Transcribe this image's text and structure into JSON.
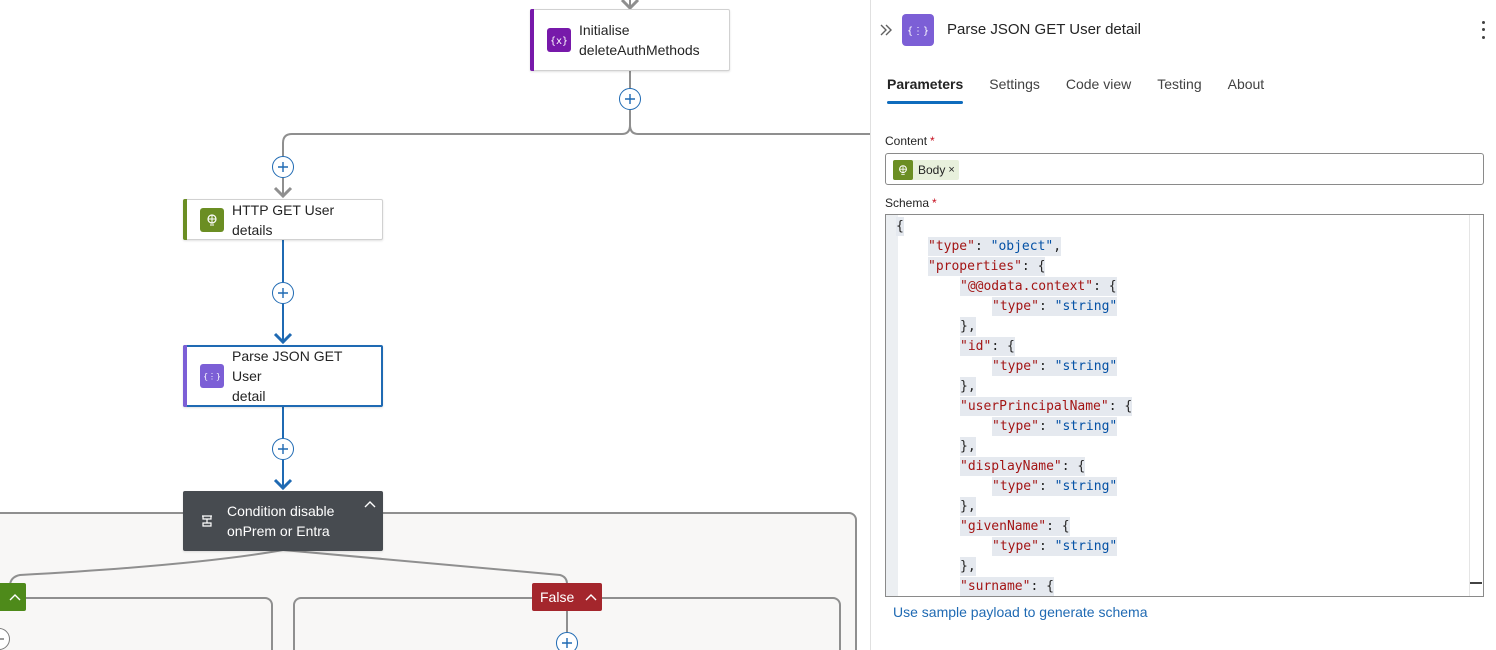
{
  "canvas": {
    "nodes": {
      "init_var": {
        "label_line1": "Initialise",
        "label_line2": "deleteAuthMethods",
        "icon": "variable-icon",
        "accent": "#7719aa",
        "icon_bg": "#7719aa"
      },
      "http_get": {
        "label": "HTTP GET User details",
        "icon": "http-globe-icon",
        "accent": "#6b8e23",
        "icon_bg": "#6b8e23"
      },
      "parse_json": {
        "label_line1": "Parse JSON GET User",
        "label_line2": "detail",
        "icon": "parse-json-icon",
        "accent": "#7c5fd6",
        "icon_bg": "#7c5fd6"
      },
      "condition": {
        "label_line1": "Condition disable",
        "label_line2": "onPrem or Entra",
        "icon": "condition-icon",
        "bg": "#474b50"
      }
    },
    "branches": {
      "true_branch": {
        "label": "",
        "color": "#4e8a1a"
      },
      "false_branch": {
        "label": "False",
        "color": "#a4262c"
      }
    },
    "colors": {
      "edge_grey": "#8f8f8f",
      "edge_blue": "#1f6ab3"
    }
  },
  "panel": {
    "title": "Parse JSON GET User detail",
    "icon": "parse-json-icon",
    "tabs": [
      {
        "label": "Parameters",
        "active": true
      },
      {
        "label": "Settings",
        "active": false
      },
      {
        "label": "Code view",
        "active": false
      },
      {
        "label": "Testing",
        "active": false
      },
      {
        "label": "About",
        "active": false
      }
    ],
    "content_field": {
      "label": "Content",
      "required_mark": "*",
      "token_label": "Body",
      "token_remove": "×"
    },
    "schema_field": {
      "label": "Schema",
      "required_mark": "*"
    },
    "schema_lines": [
      [
        {
          "t": "{",
          "c": "p"
        }
      ],
      [
        {
          "t": "\"type\"",
          "c": "k"
        },
        {
          "t": ": ",
          "c": "p"
        },
        {
          "t": "\"object\"",
          "c": "s"
        },
        {
          "t": ",",
          "c": "p"
        }
      ],
      [
        {
          "t": "\"properties\"",
          "c": "k"
        },
        {
          "t": ": {",
          "c": "p"
        }
      ],
      [
        {
          "t": "\"@@odata.context\"",
          "c": "k"
        },
        {
          "t": ": {",
          "c": "p"
        }
      ],
      [
        {
          "t": "\"type\"",
          "c": "k"
        },
        {
          "t": ": ",
          "c": "p"
        },
        {
          "t": "\"string\"",
          "c": "s"
        }
      ],
      [
        {
          "t": "},",
          "c": "p"
        }
      ],
      [
        {
          "t": "\"id\"",
          "c": "k"
        },
        {
          "t": ": {",
          "c": "p"
        }
      ],
      [
        {
          "t": "\"type\"",
          "c": "k"
        },
        {
          "t": ": ",
          "c": "p"
        },
        {
          "t": "\"string\"",
          "c": "s"
        }
      ],
      [
        {
          "t": "},",
          "c": "p"
        }
      ],
      [
        {
          "t": "\"userPrincipalName\"",
          "c": "k"
        },
        {
          "t": ": {",
          "c": "p"
        }
      ],
      [
        {
          "t": "\"type\"",
          "c": "k"
        },
        {
          "t": ": ",
          "c": "p"
        },
        {
          "t": "\"string\"",
          "c": "s"
        }
      ],
      [
        {
          "t": "},",
          "c": "p"
        }
      ],
      [
        {
          "t": "\"displayName\"",
          "c": "k"
        },
        {
          "t": ": {",
          "c": "p"
        }
      ],
      [
        {
          "t": "\"type\"",
          "c": "k"
        },
        {
          "t": ": ",
          "c": "p"
        },
        {
          "t": "\"string\"",
          "c": "s"
        }
      ],
      [
        {
          "t": "},",
          "c": "p"
        }
      ],
      [
        {
          "t": "\"givenName\"",
          "c": "k"
        },
        {
          "t": ": {",
          "c": "p"
        }
      ],
      [
        {
          "t": "\"type\"",
          "c": "k"
        },
        {
          "t": ": ",
          "c": "p"
        },
        {
          "t": "\"string\"",
          "c": "s"
        }
      ],
      [
        {
          "t": "},",
          "c": "p"
        }
      ],
      [
        {
          "t": "\"surname\"",
          "c": "k"
        },
        {
          "t": ": {",
          "c": "p"
        }
      ]
    ],
    "sample_payload_link": "Use sample payload to generate schema"
  }
}
